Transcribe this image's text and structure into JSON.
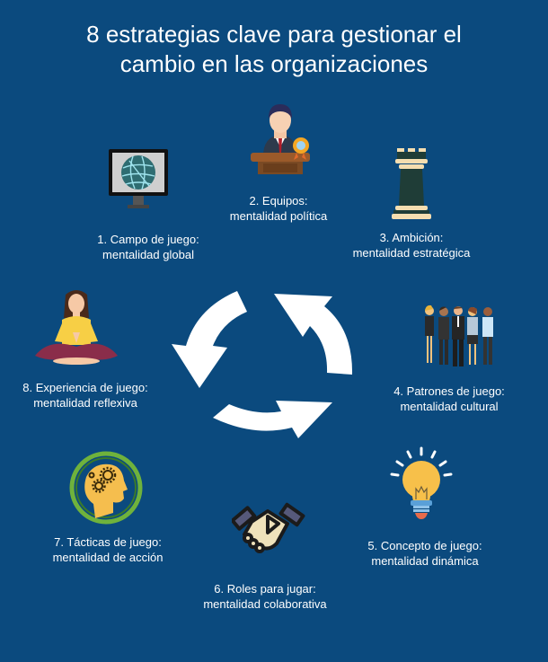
{
  "title": {
    "line1": "8 estrategias clave para gestionar el",
    "line2": "cambio en las organizaciones"
  },
  "colors": {
    "background": "#0b4a7e",
    "text": "#ffffff",
    "arrows": "#ffffff"
  },
  "center": {
    "icon": "cycle-arrows-icon"
  },
  "strategies": [
    {
      "number": "1",
      "line1": "1. Campo de juego:",
      "line2": "mentalidad global",
      "icon": "monitor-globe-icon"
    },
    {
      "number": "2",
      "line1": "2. Equipos:",
      "line2": "mentalidad política",
      "icon": "speaker-podium-icon"
    },
    {
      "number": "3",
      "line1": "3. Ambición:",
      "line2": "mentalidad estratégica",
      "icon": "chess-rook-icon"
    },
    {
      "number": "4",
      "line1": "4. Patrones de juego:",
      "line2": "mentalidad cultural",
      "icon": "team-people-icon"
    },
    {
      "number": "5",
      "line1": "5. Concepto de juego:",
      "line2": "mentalidad dinámica",
      "icon": "lightbulb-icon"
    },
    {
      "number": "6",
      "line1": "6. Roles para jugar:",
      "line2": "mentalidad colaborativa",
      "icon": "handshake-icon"
    },
    {
      "number": "7",
      "line1": "7. Tácticas de juego:",
      "line2": "mentalidad de acción",
      "icon": "head-gears-icon"
    },
    {
      "number": "8",
      "line1": "8. Experiencia de juego:",
      "line2": "mentalidad reflexiva",
      "icon": "meditation-icon"
    }
  ]
}
